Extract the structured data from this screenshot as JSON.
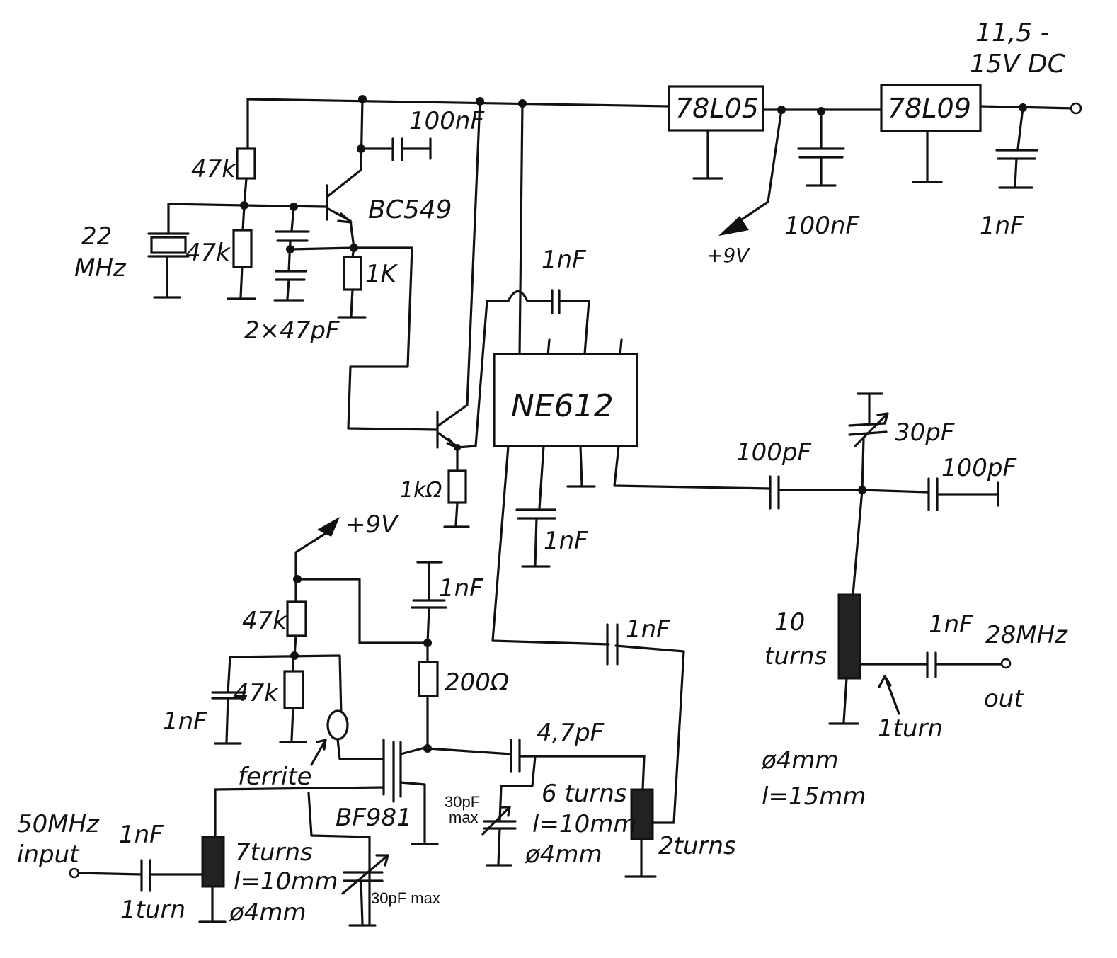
{
  "labels": {
    "supply_1": "11,5 -",
    "supply_2": "15V DC",
    "reg1": "78L05",
    "reg2": "78L09",
    "c_reg_mid": "100nF",
    "c_reg_out": "1nF",
    "plus9v": "+9V",
    "c_osc_col": "100nF",
    "r_osc_top": "47k",
    "r_osc_bot": "47k",
    "transistor_osc": "BC549",
    "r_emitter": "1K",
    "crystal_1": "22",
    "crystal_2": "MHz",
    "c_osc_pair": "2×47pF",
    "c_ne_top": "1nF",
    "ic": "NE612",
    "r_buffer": "1kΩ",
    "c_ne_bot": "1nF",
    "c_trim_out": "30pF",
    "c_out_left": "100pF",
    "c_out_right": "100pF",
    "coil_out_turns_1": "10",
    "coil_out_turns_2": "turns",
    "c_link_out": "1nF",
    "freq_out": "28MHz",
    "out": "out",
    "link_out": "1turn",
    "coil_out_dia": "ø4mm",
    "coil_out_len": "l=15mm",
    "plus9v_rf": "+9V",
    "r_gate_top": "47k",
    "c_drain": "1nF",
    "r_drain": "200Ω",
    "r_gate_bot": "47k",
    "c_gate": "1nF",
    "ferrite": "ferrite",
    "c_couple": "4,7pF",
    "trim_mid_1": "30pF",
    "trim_mid_2": "max",
    "coil_mid_turns": "6 turns",
    "coil_mid_len": "l=10mm",
    "coil_mid_dia": "ø4mm",
    "c_link_mix": "1nF",
    "link_mix": "2turns",
    "fet": "BF981",
    "input_1": "50MHz",
    "input_2": "input",
    "c_in": "1nF",
    "coil_in_turns": "7turns",
    "coil_in_len": "l=10mm",
    "coil_in_dia": "ø4mm",
    "link_in": "1turn",
    "trim_in": "30pF max"
  }
}
